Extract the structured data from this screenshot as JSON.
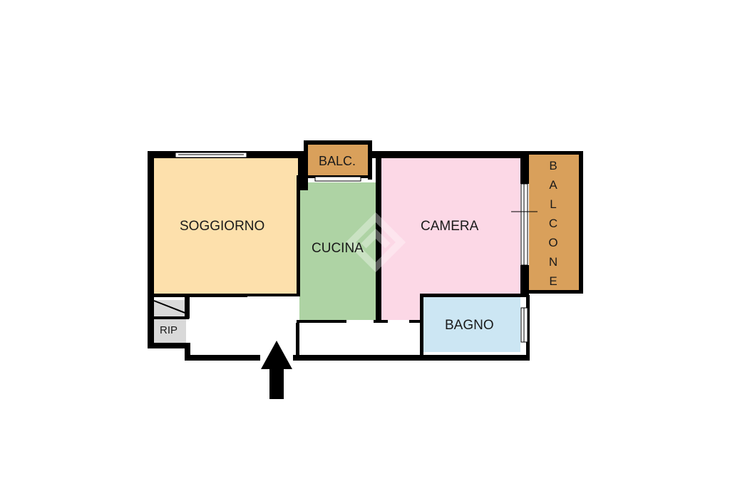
{
  "rooms": {
    "soggiorno": "SOGGIORNO",
    "cucina": "CUCINA",
    "camera": "CAMERA",
    "bagno": "BAGNO",
    "balc_small": "BALC.",
    "balcone": [
      "B",
      "A",
      "L",
      "C",
      "O",
      "N",
      "E"
    ],
    "ripostiglio": "RIP"
  },
  "colors": {
    "soggiorno": "#fde0ac",
    "cucina": "#aed3a4",
    "camera": "#fcd8e6",
    "bagno": "#cce6f3",
    "balcone": "#d9a05b",
    "ripostiglio": "#d9d9d9",
    "wall": "#000000"
  },
  "icons": {
    "entrance": "arrow-up-icon",
    "watermark": "house-logo-icon"
  }
}
